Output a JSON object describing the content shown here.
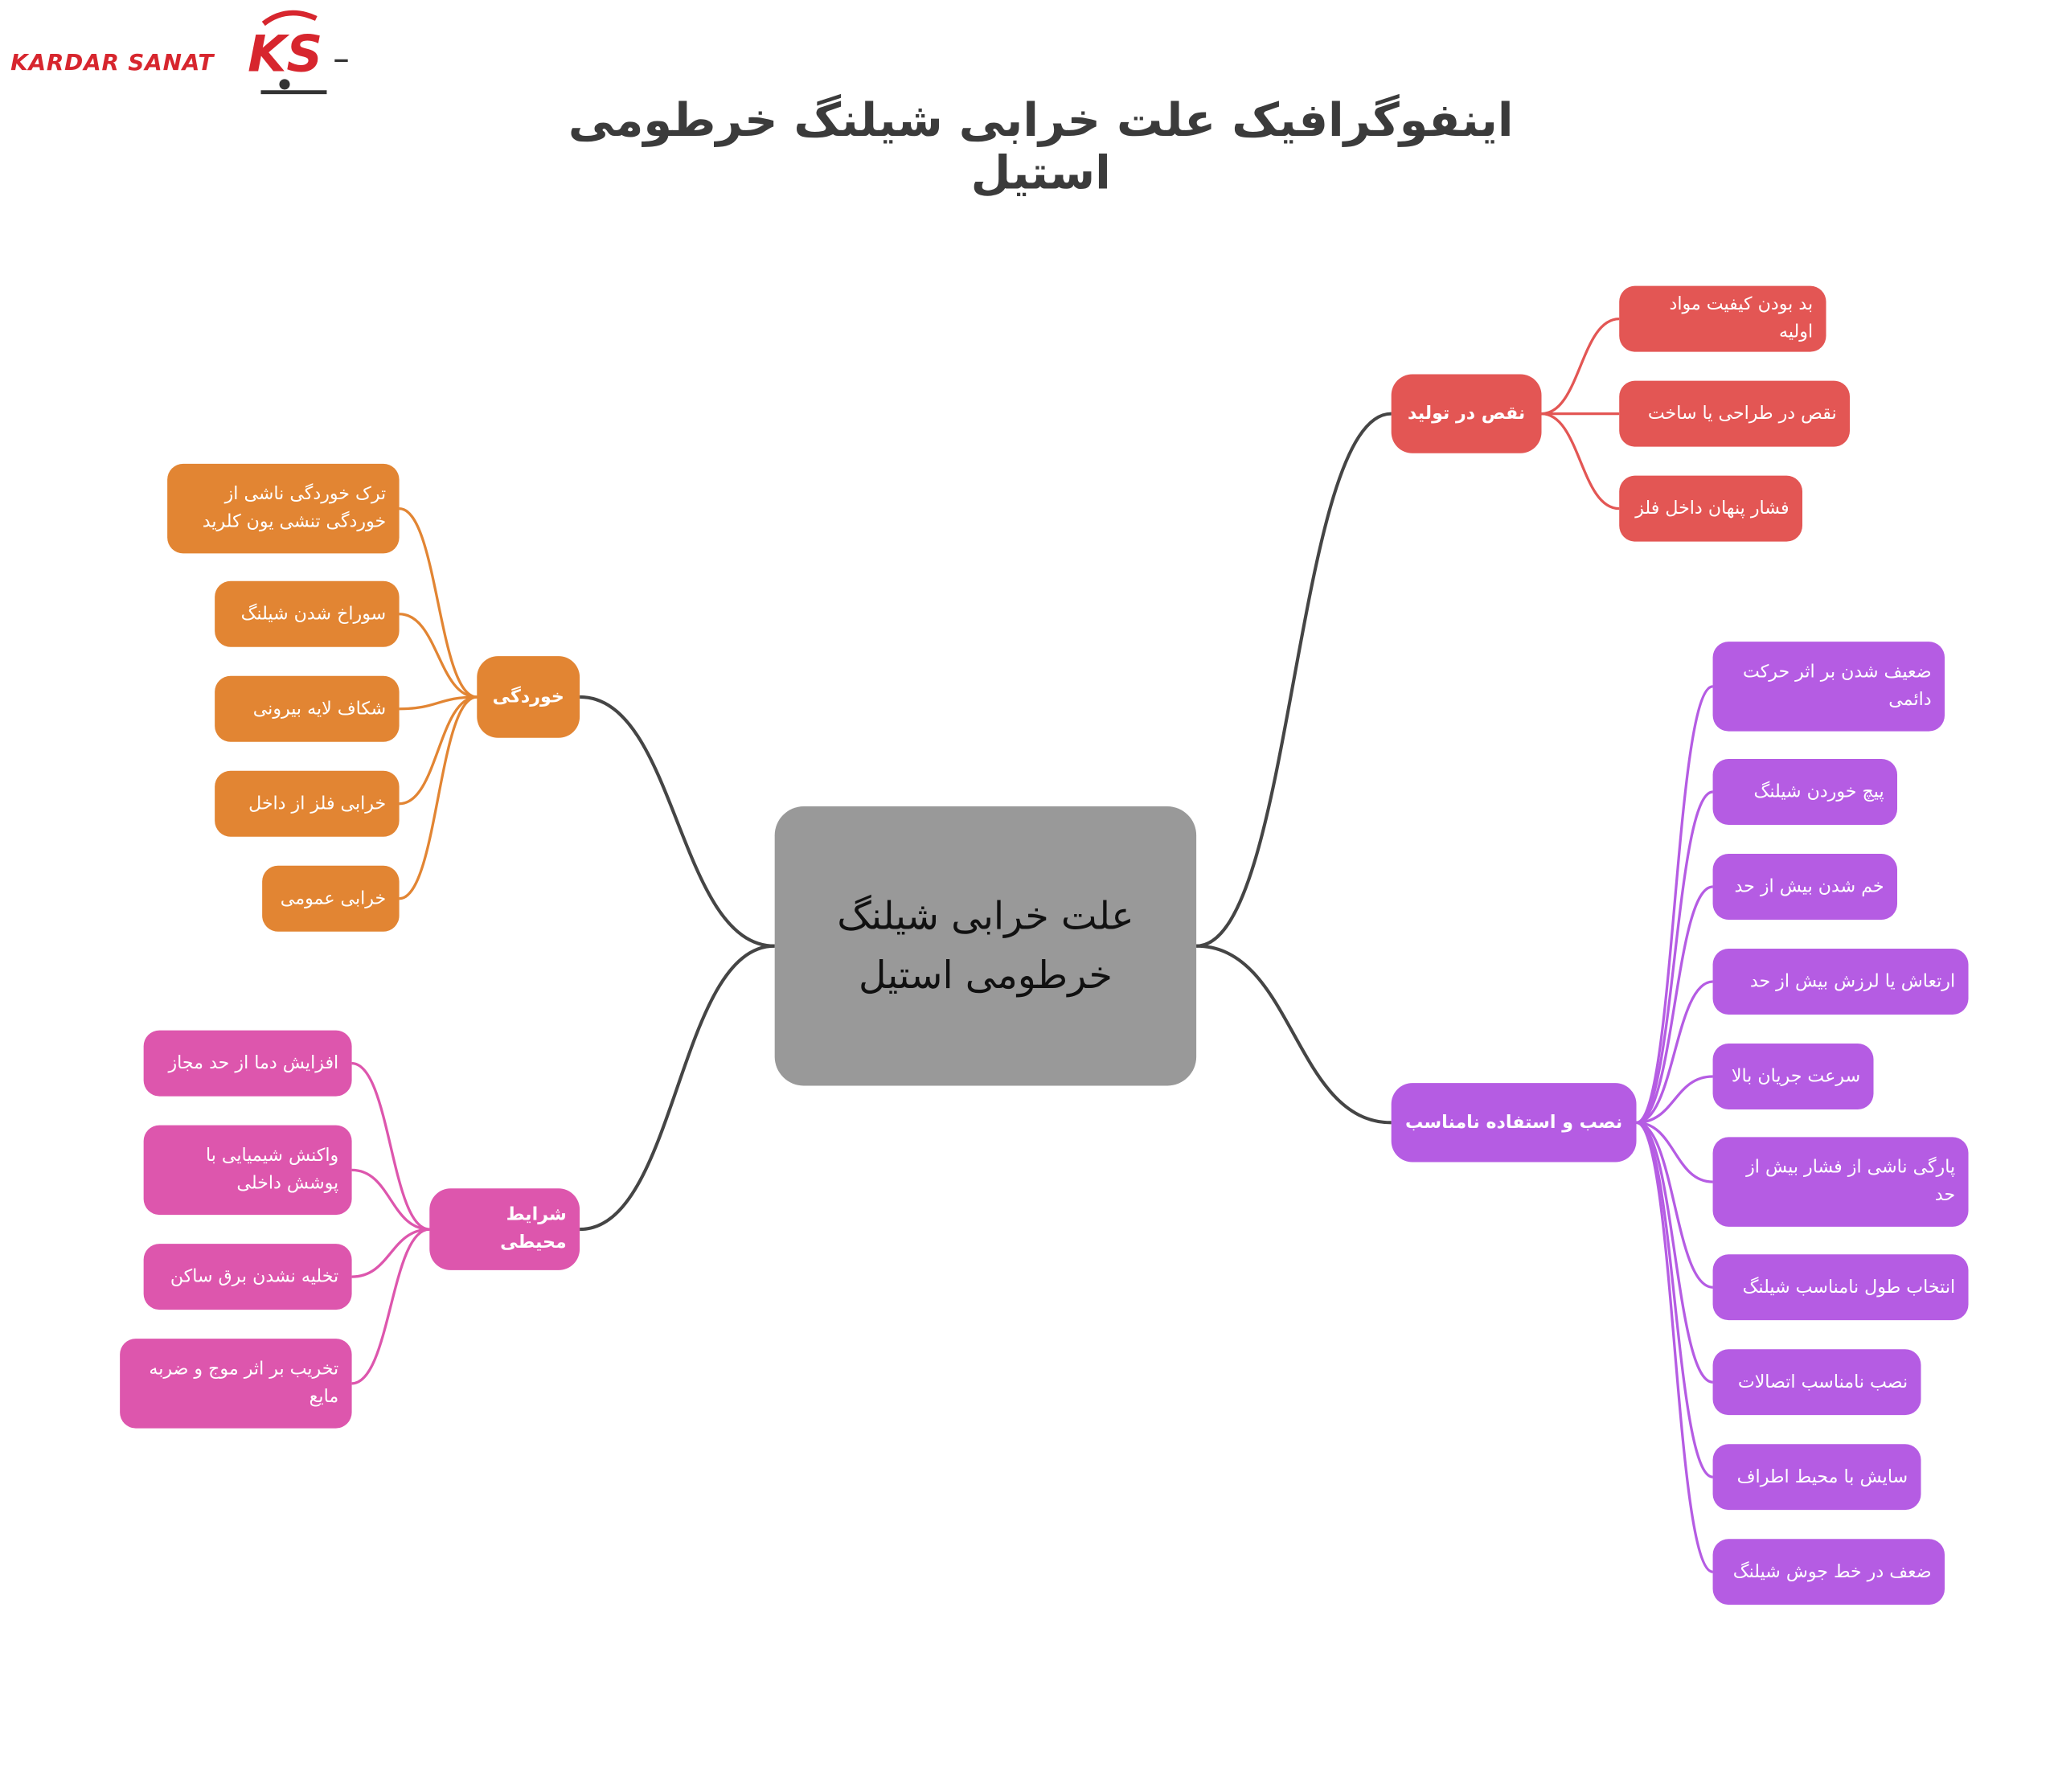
{
  "title": "اینفوگرافیک علت خرابی شیلنگ خرطومی استیل",
  "logo": {
    "text": "KARDAR SANAT",
    "monogram": "KS",
    "accent_color": "#d7262e"
  },
  "center_label": "علت خرابی شیلنگ خرطومی استیل",
  "colors": {
    "red": "#e35654",
    "orange": "#e28533",
    "purple": "#b55ce3",
    "pink": "#dd56ad",
    "center": "#999999",
    "link": "#454545"
  },
  "branches": {
    "manufacturing": {
      "label": "نقص در تولید",
      "items": [
        "بد بودن کیفیت مواد اولیه",
        "نقص در طراحی یا ساخت",
        "فشار پنهان داخل فلز"
      ]
    },
    "corrosion": {
      "label": "خوردگی",
      "items": [
        "ترک خوردگی ناشی از خوردگی تنشی یون کلرید",
        "سوراخ شدن شیلنگ",
        "شکاف لایه بیرونی",
        "خرابی فلز از داخل",
        "خرابی عمومی"
      ]
    },
    "installation": {
      "label": "نصب و استفاده نامناسب",
      "items": [
        "ضعیف شدن بر اثر حرکت دائمی",
        "پیچ خوردن شیلنگ",
        "خم شدن بیش از حد",
        "ارتعاش یا لرزش بیش از حد",
        "سرعت جریان بالا",
        "پارگی ناشی از فشار بیش از حد",
        "انتخاب طول نامناسب شیلنگ",
        "نصب نامناسب اتصالات",
        "سایش با محیط اطراف",
        "ضعف در خط جوش شیلنگ"
      ]
    },
    "environment": {
      "label": "شرایط محیطی",
      "items": [
        "افزایش دما از حد مجاز",
        "واکنش شیمیایی با پوشش داخلی",
        "تخلیه نشدن برق ساکن",
        "تخریب بر اثر موج و ضربه مایع"
      ]
    }
  }
}
